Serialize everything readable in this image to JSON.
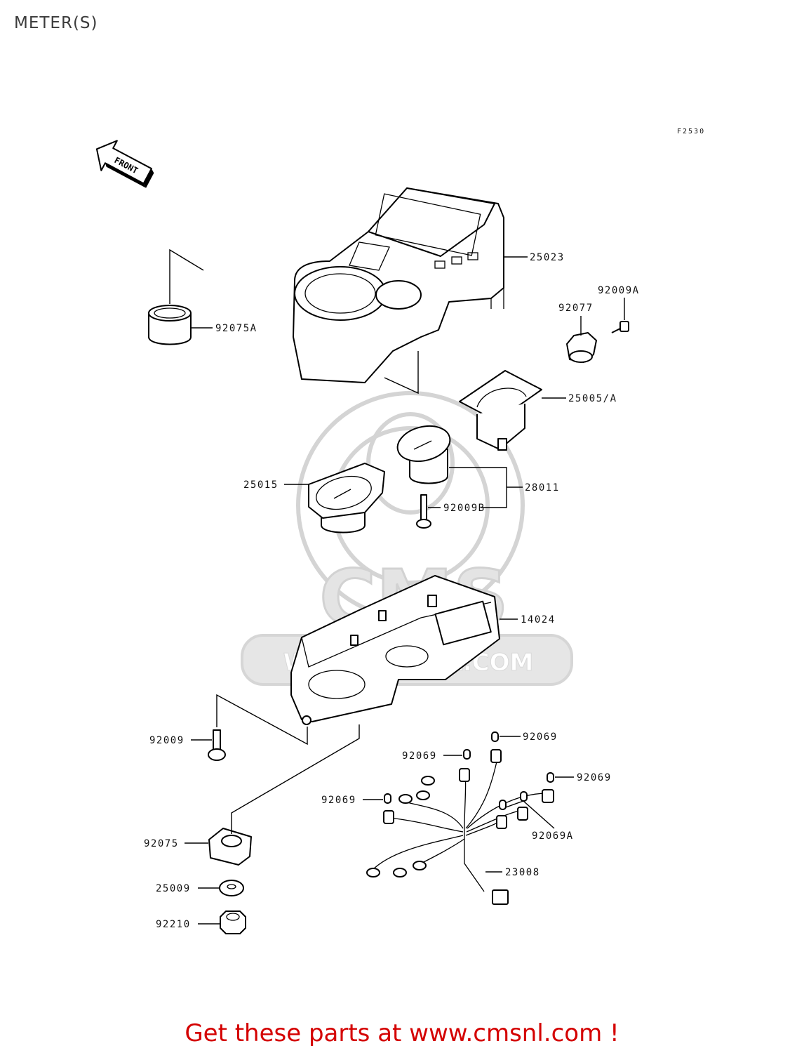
{
  "title": "METER(S)",
  "figure_code": "F2530",
  "front_arrow_label": "FRONT",
  "watermark": {
    "brand": "CMS",
    "url": "WWW.CMSNL.COM"
  },
  "parts": [
    {
      "id": "25023",
      "label": "25023"
    },
    {
      "id": "92009A",
      "label": "92009A"
    },
    {
      "id": "92077",
      "label": "92077"
    },
    {
      "id": "92075A",
      "label": "92075A"
    },
    {
      "id": "25005A",
      "label": "25005/A"
    },
    {
      "id": "25015",
      "label": "25015"
    },
    {
      "id": "28011",
      "label": "28011"
    },
    {
      "id": "92009B",
      "label": "92009B"
    },
    {
      "id": "14024",
      "label": "14024"
    },
    {
      "id": "92009",
      "label": "92009"
    },
    {
      "id": "92069-1",
      "label": "92069"
    },
    {
      "id": "92069-2",
      "label": "92069"
    },
    {
      "id": "92069-3",
      "label": "92069"
    },
    {
      "id": "92069-4",
      "label": "92069"
    },
    {
      "id": "92069A",
      "label": "92069A"
    },
    {
      "id": "92075",
      "label": "92075"
    },
    {
      "id": "23008",
      "label": "23008"
    },
    {
      "id": "25009",
      "label": "25009"
    },
    {
      "id": "92210",
      "label": "92210"
    }
  ],
  "footer": "Get these parts at www.cmsnl.com !"
}
